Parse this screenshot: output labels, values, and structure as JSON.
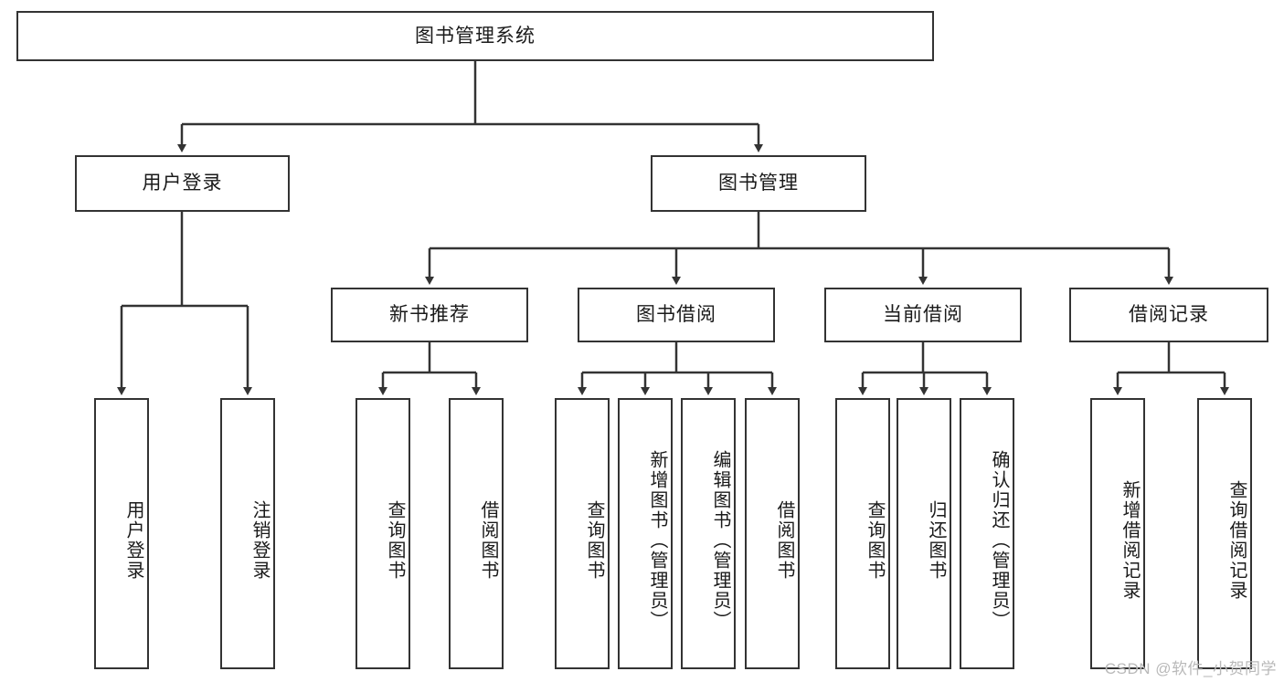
{
  "diagram": {
    "title_node": {
      "label": "图书管理系统"
    },
    "level2": [
      {
        "id": "user-login",
        "label": "用户登录"
      },
      {
        "id": "book-management",
        "label": "图书管理"
      }
    ],
    "level3": [
      {
        "id": "new-book-recommend",
        "label": "新书推荐"
      },
      {
        "id": "book-borrow",
        "label": "图书借阅"
      },
      {
        "id": "current-borrow",
        "label": "当前借阅"
      },
      {
        "id": "borrow-record",
        "label": "借阅记录"
      }
    ],
    "leaves": [
      {
        "id": "leaf-user-login",
        "label": "用户登录",
        "parent": "user-login"
      },
      {
        "id": "leaf-logout-login",
        "label": "注销登录",
        "parent": "user-login"
      },
      {
        "id": "leaf-query-book-1",
        "label": "查询图书",
        "parent": "new-book-recommend"
      },
      {
        "id": "leaf-borrow-book-1",
        "label": "借阅图书",
        "parent": "new-book-recommend"
      },
      {
        "id": "leaf-query-book-2",
        "label": "查询图书",
        "parent": "book-borrow"
      },
      {
        "id": "leaf-add-book",
        "label": "新增图书（管理员）",
        "parent": "book-borrow"
      },
      {
        "id": "leaf-edit-book",
        "label": "编辑图书（管理员）",
        "parent": "book-borrow"
      },
      {
        "id": "leaf-borrow-book-2",
        "label": "借阅图书",
        "parent": "book-borrow"
      },
      {
        "id": "leaf-query-book-3",
        "label": "查询图书",
        "parent": "current-borrow"
      },
      {
        "id": "leaf-return-book",
        "label": "归还图书",
        "parent": "current-borrow"
      },
      {
        "id": "leaf-confirm-return",
        "label": "确认归还（管理员）",
        "parent": "current-borrow"
      },
      {
        "id": "leaf-add-record",
        "label": "新增借阅记录",
        "parent": "borrow-record"
      },
      {
        "id": "leaf-query-record",
        "label": "查询借阅记录",
        "parent": "borrow-record"
      }
    ],
    "watermark": "CSDN @软件_小贺同学",
    "colors": {
      "stroke": "#333333",
      "text": "#1a1a1a",
      "background": "#ffffff",
      "watermark": "#b9b9b9"
    }
  }
}
